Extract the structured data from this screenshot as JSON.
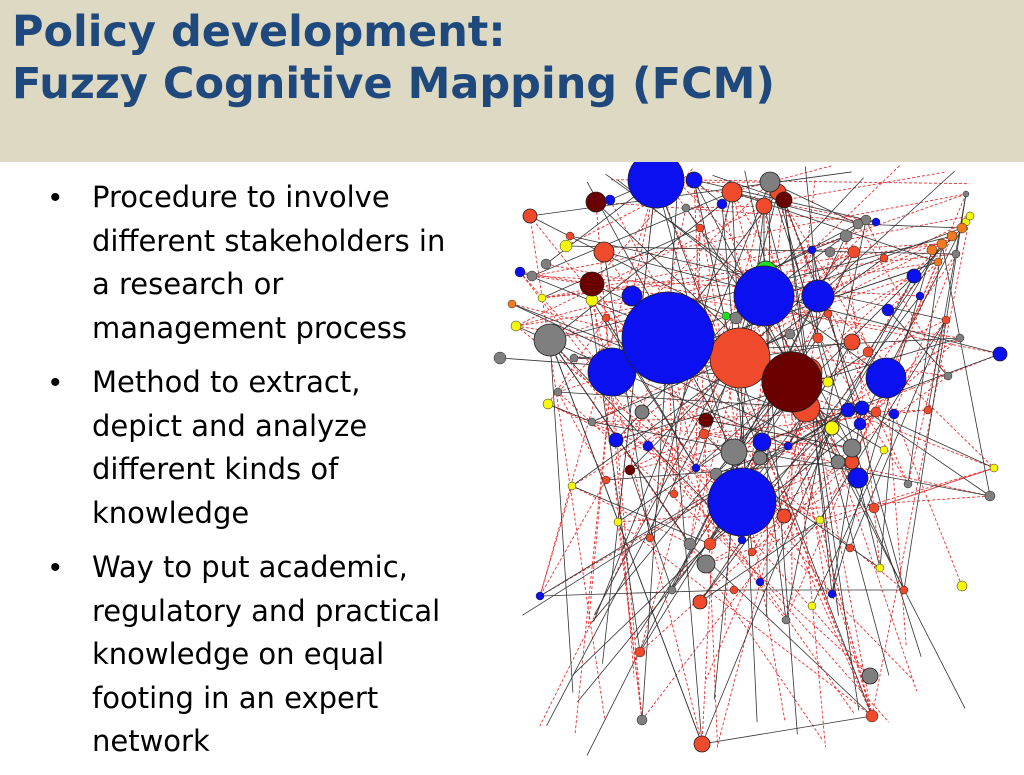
{
  "slide": {
    "title": [
      "Policy development:",
      "Fuzzy Cognitive Mapping (FCM)"
    ],
    "bullets": [
      [
        "Procedure to involve",
        "different stakeholders in",
        "a research or",
        "management process"
      ],
      [
        "Method to extract,",
        "depict and analyze",
        "different kinds of",
        "knowledge"
      ],
      [
        "Way to put academic,",
        "regulatory and practical",
        "knowledge on equal",
        "footing in an expert",
        "network"
      ]
    ],
    "bullet_glyph": "•"
  },
  "network_figure": {
    "description_icon": "fcm-network-graph",
    "colors": {
      "title_bg": "#ddd9c3",
      "title_text": "#1f497d",
      "node_blue": "#0a10f0",
      "node_red": "#f04a2c",
      "node_dark_red": "#6b0000",
      "node_grey": "#7f7f7f",
      "node_yellow": "#f7f70a",
      "node_green": "#22dd22",
      "node_orange": "#f07a20",
      "edge_black": "#333333",
      "edge_red_dashed": "#e83030"
    }
  }
}
